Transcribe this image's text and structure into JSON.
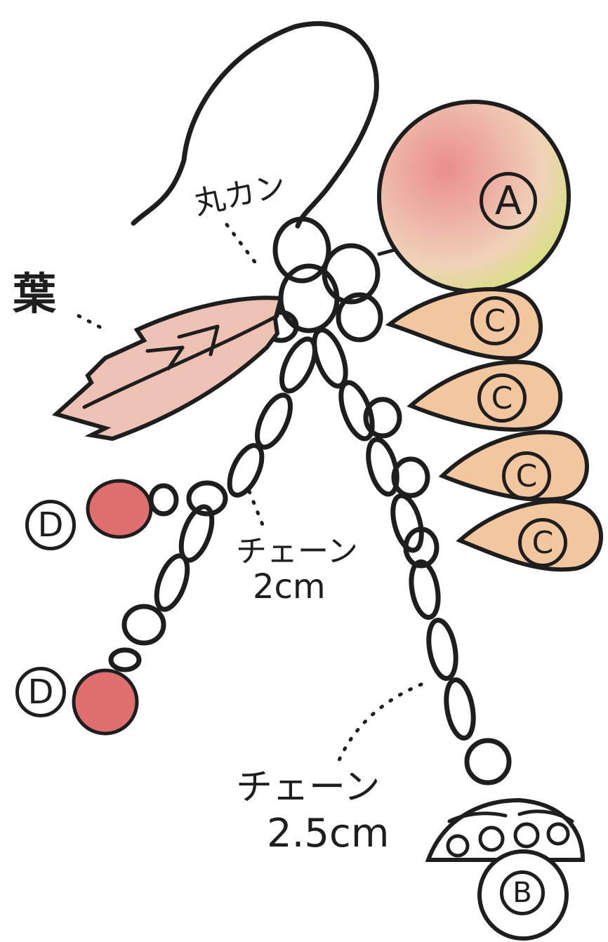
{
  "labels": {
    "leaf": "葉",
    "jump_ring": "丸カン",
    "chain_short": "チェーン",
    "chain_short_len": "2cm",
    "chain_long": "チェーン",
    "chain_long_len": "2.5cm"
  },
  "parts": {
    "a": "A",
    "b": "B",
    "c1": "C",
    "c2": "C",
    "c3": "C",
    "c4": "C",
    "d1": "D",
    "d2": "D"
  },
  "colors": {
    "ink": "#1e1e1e",
    "bead_a_pink": "#e88a8a",
    "bead_a_green": "#cfe66a",
    "drop_c": "#f2c7a0",
    "leaf": "#edc2b4",
    "bead_d": "#df6f6f",
    "bead_b": "#ffffff"
  }
}
